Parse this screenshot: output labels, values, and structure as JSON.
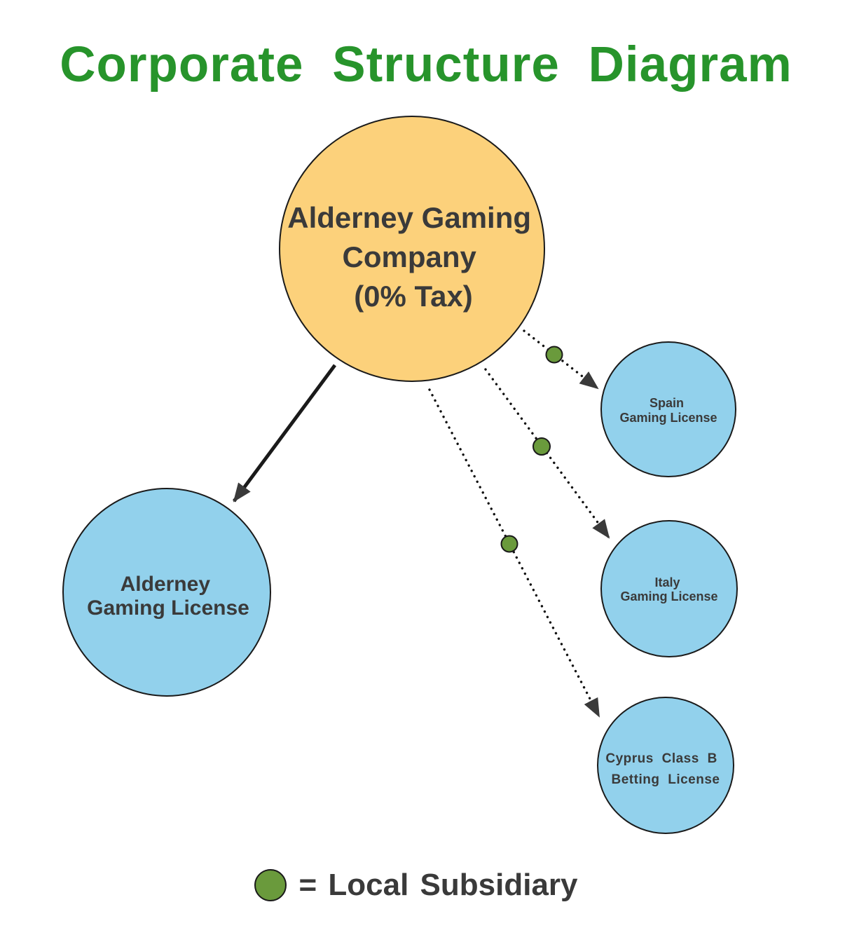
{
  "title": "Corporate Structure Diagram",
  "colors": {
    "title_green": "#27942B",
    "parent_fill": "#FCD17B",
    "license_fill": "#92D1EC",
    "subsidiary_green": "#6A9A3C",
    "text_dark": "#3A3A3A",
    "line_dark": "#1A1A1A"
  },
  "nodes": {
    "parent": {
      "type": "holding-company",
      "label": "Alderney Gaming Company (0% Tax)",
      "lines": [
        "Alderney Gaming",
        "Company",
        "(0% Tax)"
      ]
    },
    "alderney": {
      "type": "license",
      "label": "Alderney Gaming License",
      "lines": [
        "Alderney",
        "Gaming License"
      ]
    },
    "spain": {
      "type": "license",
      "label": "Spain Gaming License",
      "lines": [
        "Spain",
        "Gaming License"
      ]
    },
    "italy": {
      "type": "license",
      "label": "Italy Gaming License",
      "lines": [
        "Italy",
        "Gaming License"
      ]
    },
    "cyprus": {
      "type": "license",
      "label": "Cyprus Class B Betting License",
      "lines": [
        "Cyprus Class B",
        "Betting License"
      ]
    }
  },
  "edges": [
    {
      "from": "parent",
      "to": "alderney",
      "style": "solid-arrow",
      "via_local_subsidiary": false
    },
    {
      "from": "parent",
      "to": "spain",
      "style": "dotted-arrow",
      "via_local_subsidiary": true
    },
    {
      "from": "parent",
      "to": "italy",
      "style": "dotted-arrow",
      "via_local_subsidiary": true
    },
    {
      "from": "parent",
      "to": "cyprus",
      "style": "dotted-arrow",
      "via_local_subsidiary": true
    }
  ],
  "legend": {
    "symbol": "local-subsidiary-dot",
    "label": "= Local Subsidiary"
  }
}
